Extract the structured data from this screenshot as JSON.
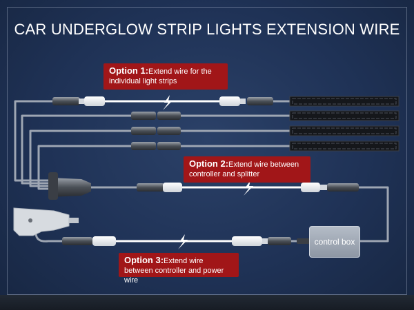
{
  "title": "CAR UNDERGLOW STRIP LIGHTS EXTENSION WIRE",
  "options": [
    {
      "heading": "Option 1:",
      "text": "Extend wire for the individual light strips"
    },
    {
      "heading": "Option 2:",
      "text": "Extend wire between controller and splitter"
    },
    {
      "heading": "Option 3:",
      "text": "Extend wire between controller and power wire"
    }
  ],
  "control_box": "control box",
  "colors": {
    "background": "#1f3256",
    "label_background": "#a11618",
    "wire": "#9ea6b3",
    "extension_wire": "#ffffff",
    "strip": "#15171b",
    "control_box": "#9aa2ae"
  },
  "icons": [
    "lightning-icon",
    "led-strip",
    "cigarette-lighter-plug",
    "splitter-connector"
  ]
}
